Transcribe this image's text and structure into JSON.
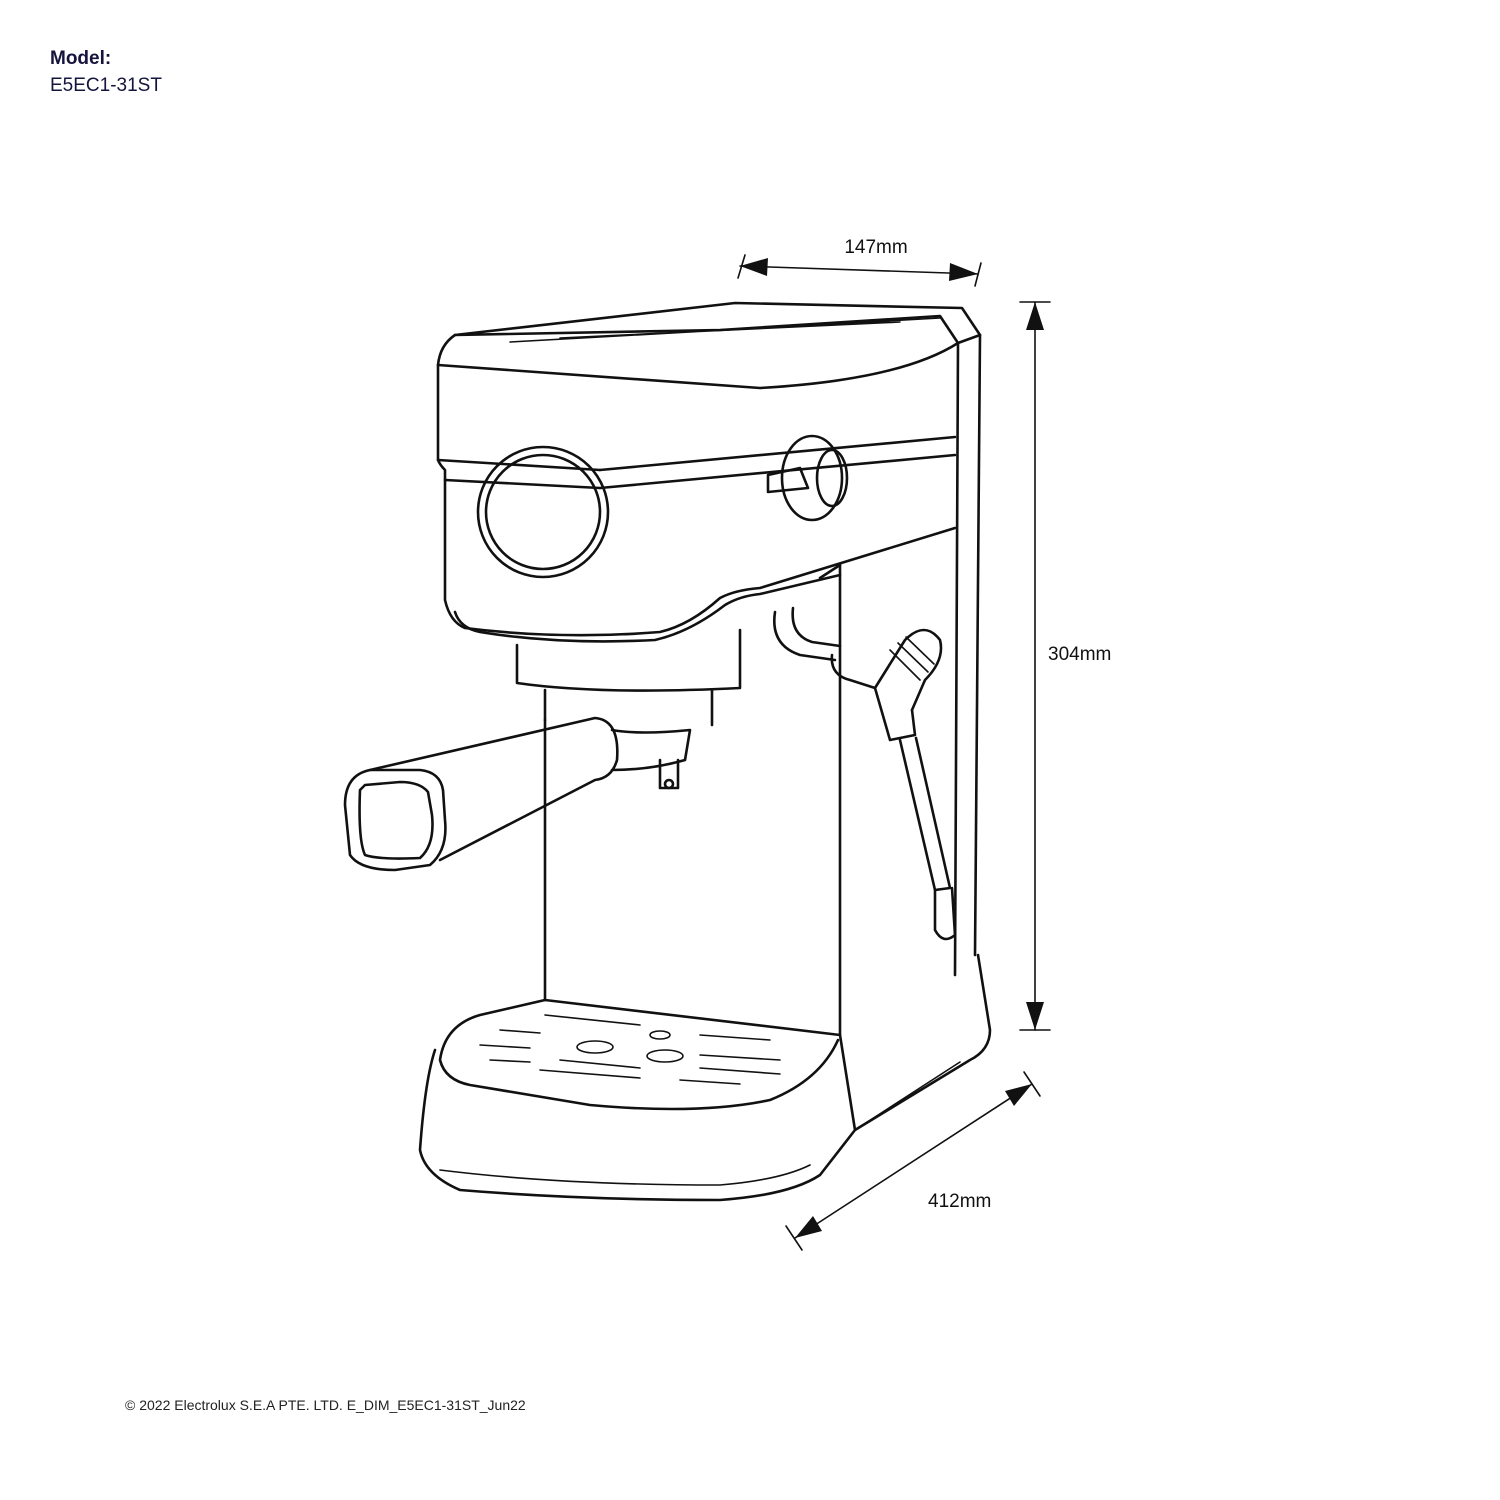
{
  "header": {
    "model_label": "Model:",
    "model_value": "E5EC1-31ST"
  },
  "dimensions": {
    "width": "147mm",
    "height": "304mm",
    "depth": "412mm"
  },
  "footer": {
    "copyright": "© 2022 Electrolux S.E.A PTE. LTD. E_DIM_E5EC1-31ST_Jun22"
  }
}
